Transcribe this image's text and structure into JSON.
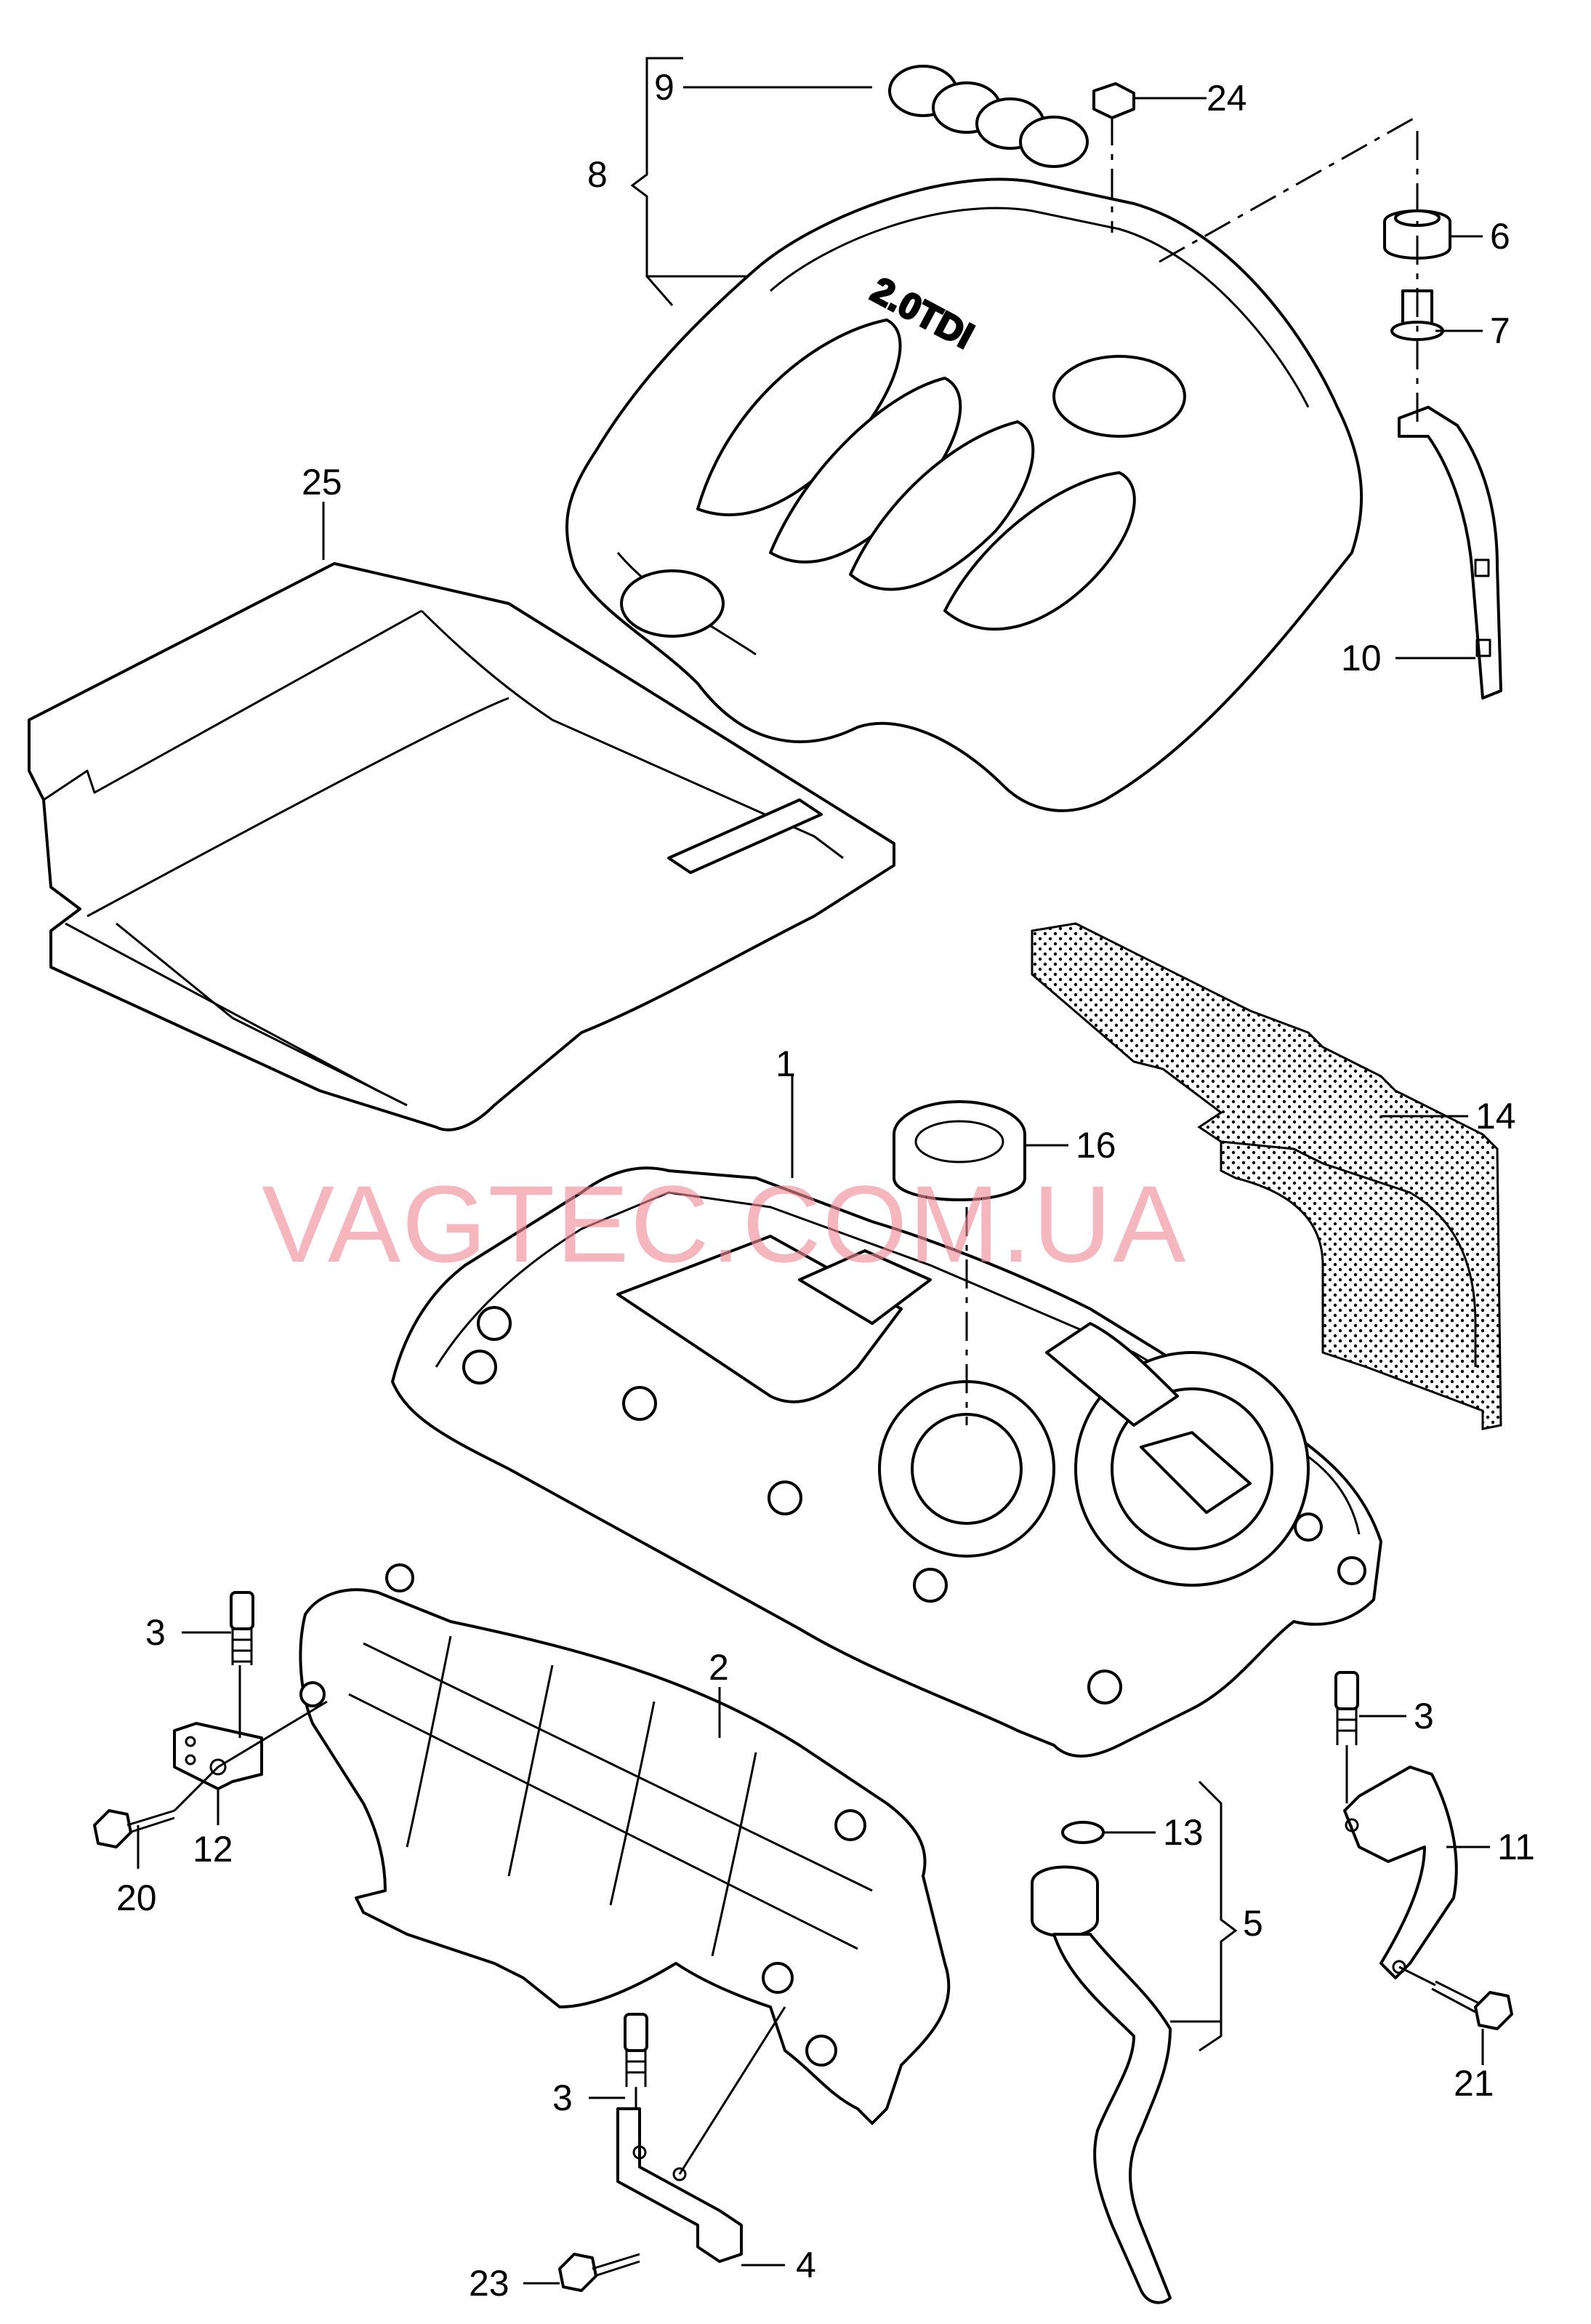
{
  "watermark": "VAGTEC.COM.UA",
  "cover_text": "2.0TDI",
  "labels": {
    "l1": "1",
    "l2": "2",
    "l3a": "3",
    "l3b": "3",
    "l3c": "3",
    "l4": "4",
    "l5": "5",
    "l6": "6",
    "l7": "7",
    "l8": "8",
    "l9": "9",
    "l10": "10",
    "l11": "11",
    "l12": "12",
    "l13": "13",
    "l14": "14",
    "l16": "16",
    "l20": "20",
    "l21": "21",
    "l23": "23",
    "l24": "24",
    "l25": "25"
  },
  "colors": {
    "watermark": "#f08a96",
    "line": "#000000",
    "background": "#ffffff"
  }
}
